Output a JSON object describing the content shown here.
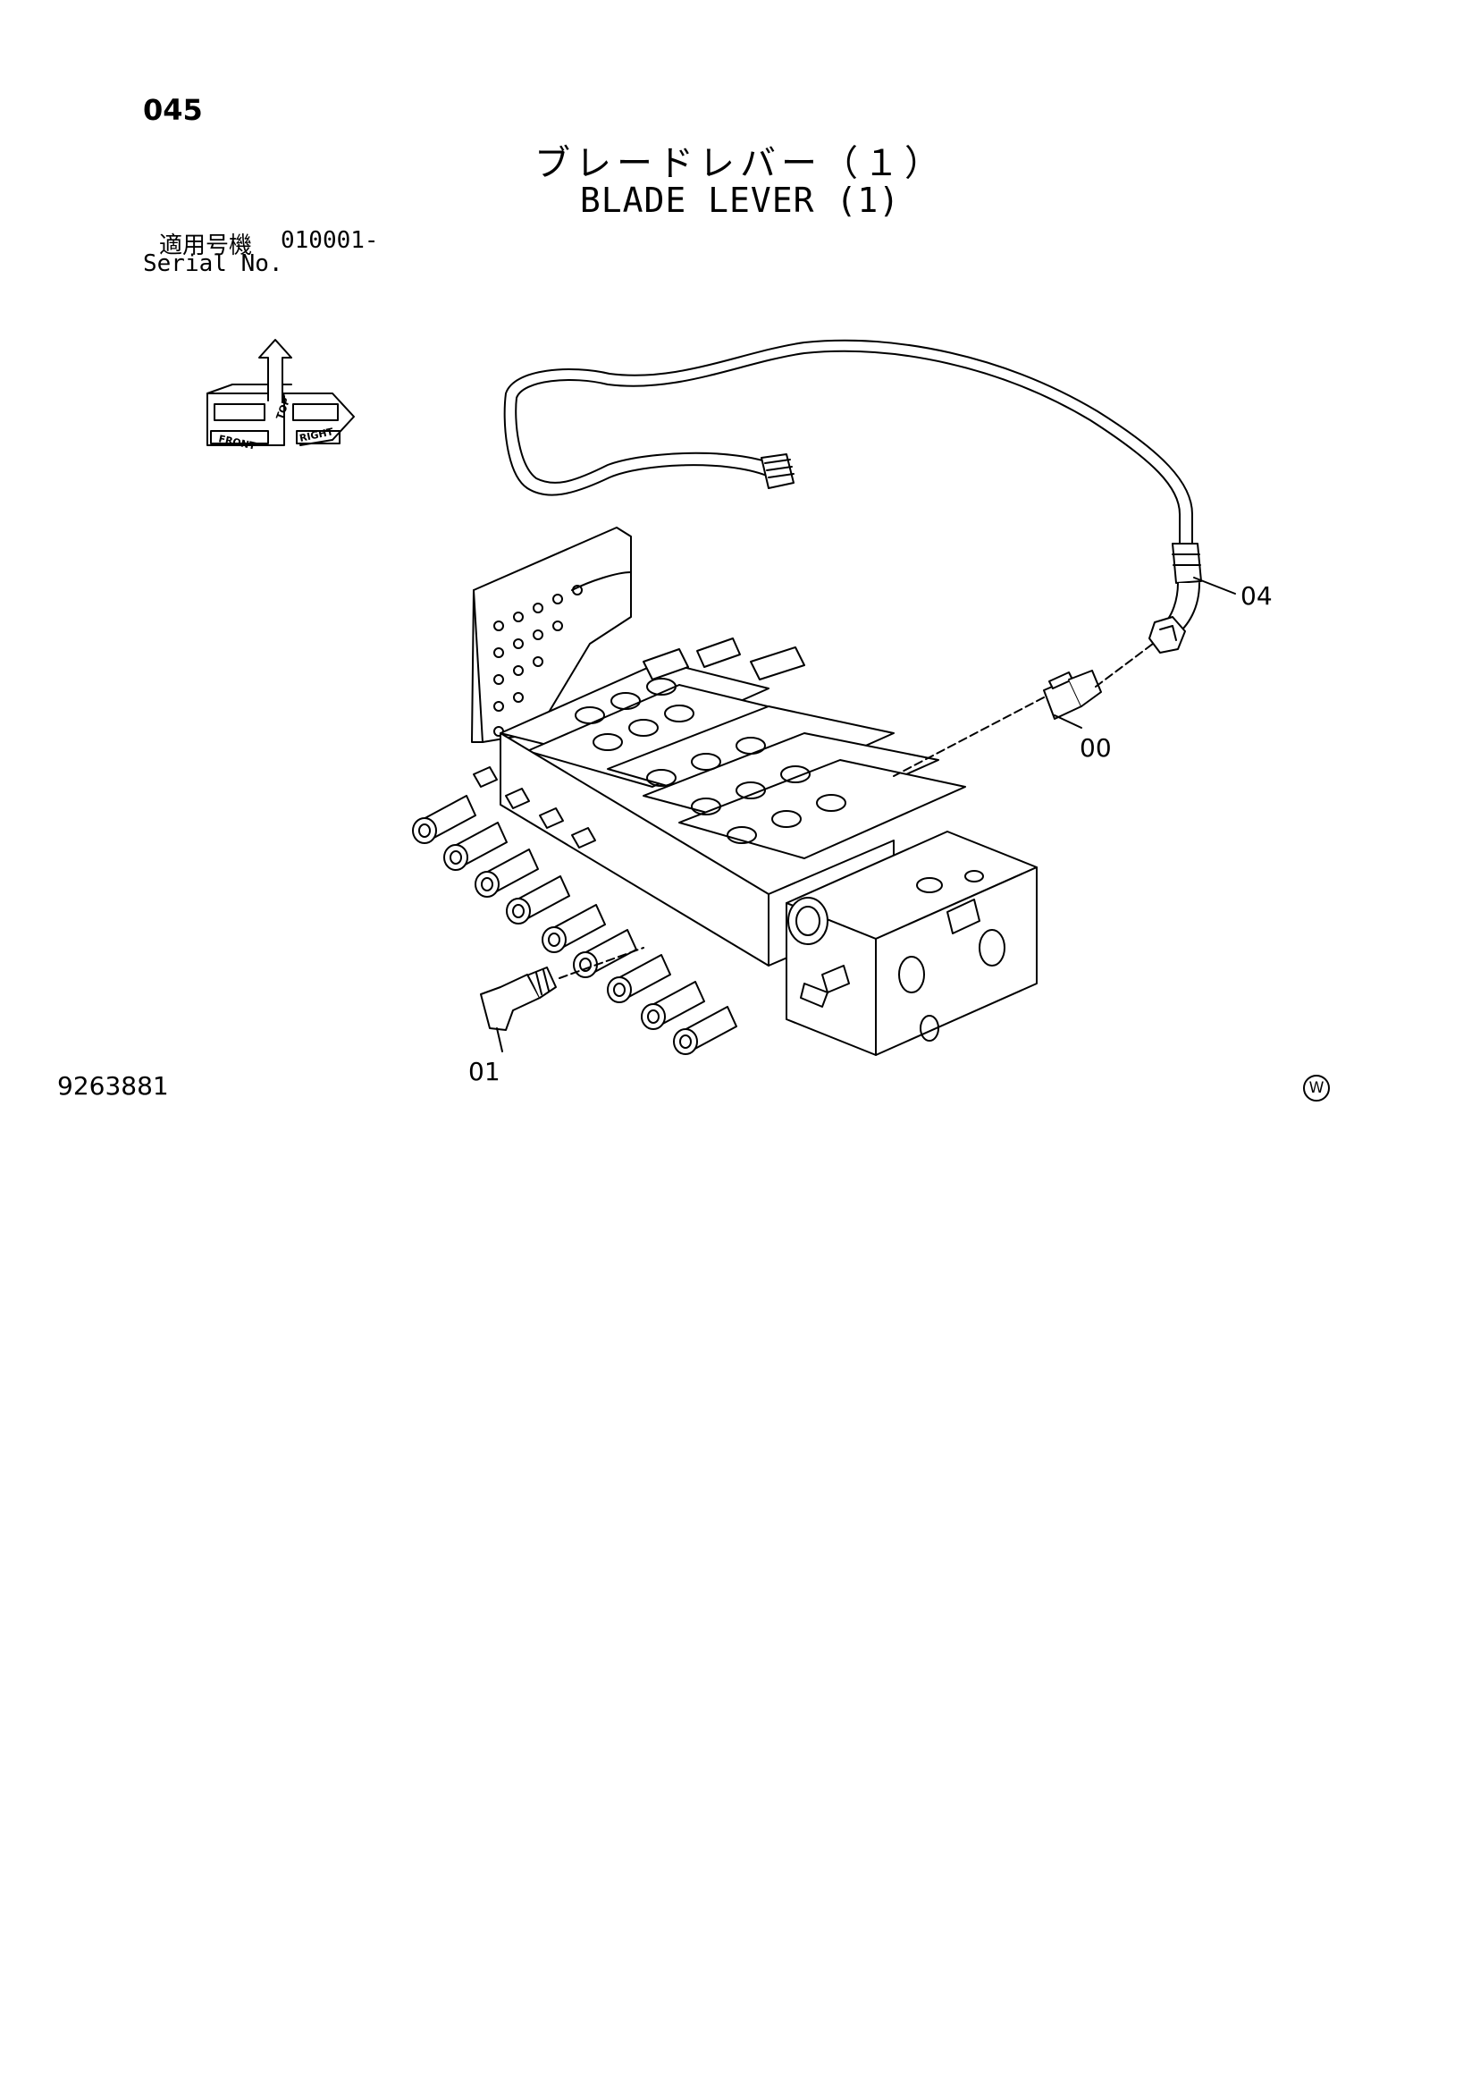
{
  "header": {
    "page_number": "045",
    "title_jp": "ブレードレバー（１）",
    "title_en": "BLADE LEVER (1)",
    "serial_label_jp": "適用号機",
    "serial_value": "010001-",
    "serial_label_en": "Serial No."
  },
  "orientation": {
    "top": "TOP",
    "front": "FRONT",
    "right": "RIGHT"
  },
  "callouts": [
    {
      "id": "04",
      "label": "04"
    },
    {
      "id": "00",
      "label": "00"
    },
    {
      "id": "01",
      "label": "01"
    }
  ],
  "footer": {
    "drawing_number": "9263881",
    "maker_mark": "W"
  }
}
